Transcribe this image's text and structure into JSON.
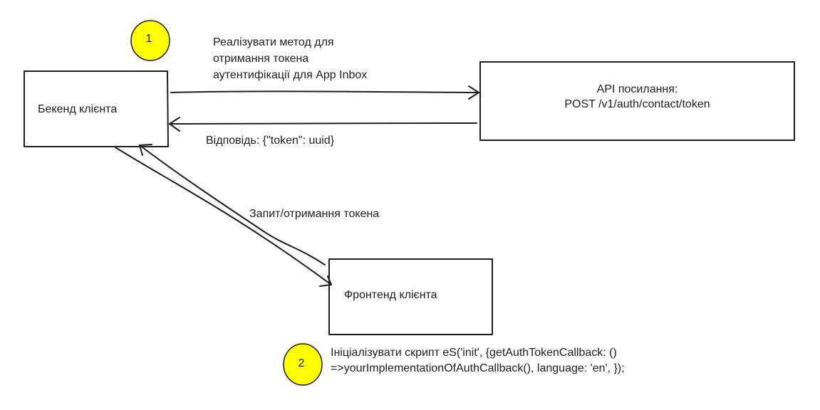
{
  "diagram": {
    "nodes": {
      "backend": {
        "label": "Бекенд клієнта"
      },
      "api": {
        "line1": "API посилання:",
        "line2": "POST /v1/auth/contact/token"
      },
      "frontend": {
        "label": "Фронтенд клієнта"
      }
    },
    "edges": {
      "request_token": {
        "line1": "Реалізувати метод для",
        "line2": "отримання токена",
        "line3": "аутентифікації для App Inbox"
      },
      "response": {
        "label": "Відповідь: {\"token\": uuid}"
      },
      "frontend_request": {
        "label": "Запит/отримання токена"
      }
    },
    "steps": [
      {
        "number": "1"
      },
      {
        "number": "2",
        "line1": "Ініціалізувати скрипт eS('init', {getAuthTokenCallback: ()",
        "line2": "=>yourImplementationOfAuthCallback(),  language: 'en', });"
      }
    ],
    "colors": {
      "badge_fill": "#ffff00",
      "stroke": "#1e1e1e"
    }
  }
}
